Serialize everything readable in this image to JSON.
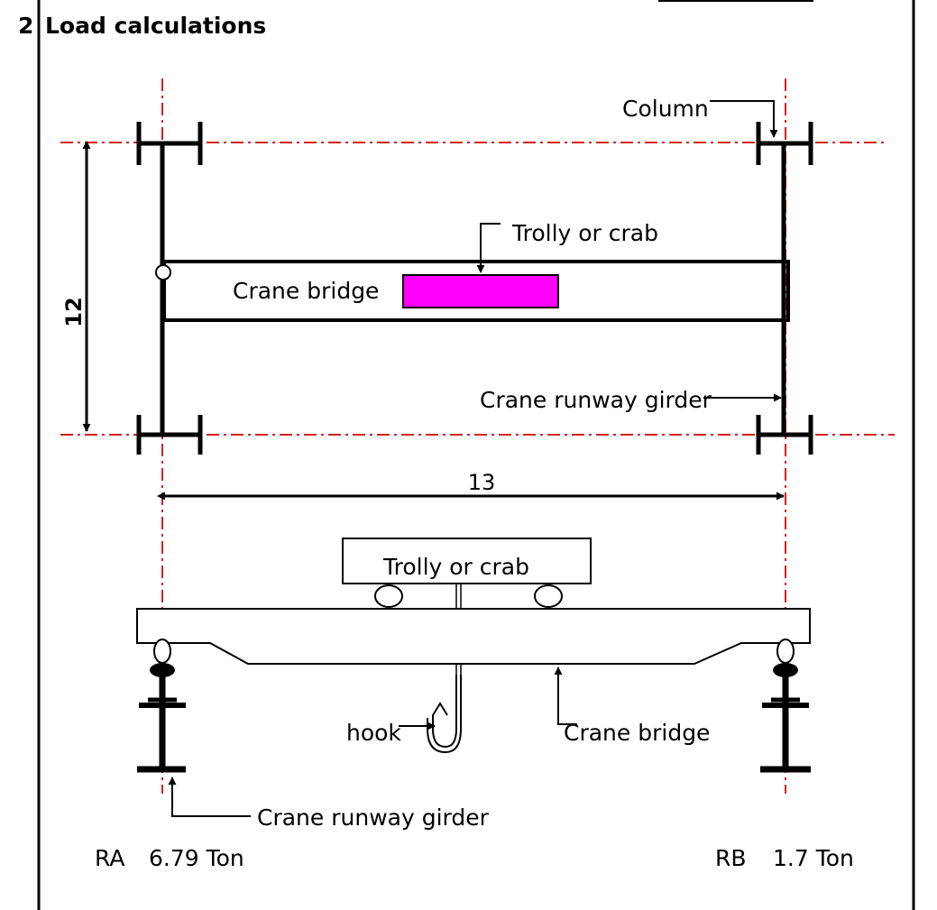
{
  "heading": {
    "number": "2",
    "title": "Load calculations"
  },
  "plan_view": {
    "labels": {
      "column": "Column",
      "trolly_top": "Trolly or crab",
      "crane_bridge_top": "Crane bridge",
      "runway_girder_top": "Crane runway girder"
    },
    "dimensions": {
      "width": "13",
      "height": "12"
    }
  },
  "elevation_view": {
    "labels": {
      "trolly": "Trolly or crab",
      "hook": "hook",
      "crane_bridge": "Crane bridge",
      "runway_girder": "Crane runway girder"
    }
  },
  "reactions": {
    "ra_label": "RA",
    "ra_value": "6.79 Ton",
    "rb_label": "RB",
    "rb_value": "1.7 Ton"
  },
  "colors": {
    "centerline": "#d62020",
    "trolly_fill": "#ff00ff",
    "ink": "#000000"
  }
}
